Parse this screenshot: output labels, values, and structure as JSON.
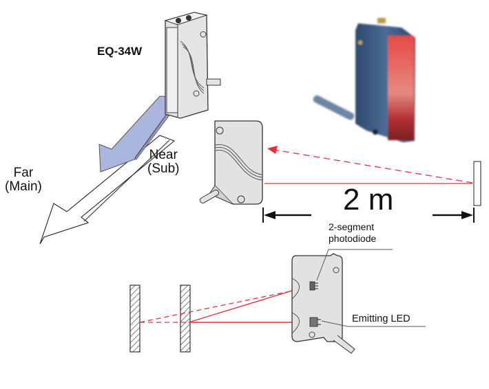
{
  "diagram": {
    "title": "EQ-34W distance-settable photoelectric sensor principle",
    "model_label": "EQ-34W",
    "beams": {
      "near_label_line1": "Near",
      "near_label_line2": "(Sub)",
      "far_label_line1": "Far",
      "far_label_line2": "(Main)"
    },
    "range": {
      "distance_label": "2 m",
      "distance_value_m": 2
    },
    "components": {
      "photodiode_line1": "2-segment",
      "photodiode_line2": "photodiode",
      "emitter_label": "Emitting LED"
    },
    "colors": {
      "beam_red": "#e8303a",
      "near_arrow_fill": "#a9b6de",
      "sensor_body": "#e3e3e3",
      "outline": "#333333",
      "photo_body_blue": "#3f5f88",
      "photo_lens_red": "#d9453f"
    }
  }
}
